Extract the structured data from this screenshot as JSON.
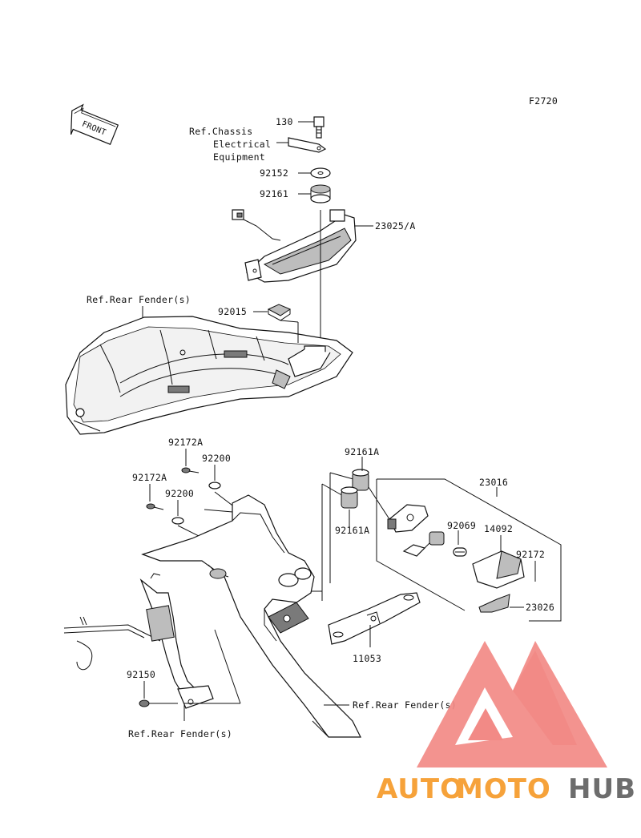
{
  "figure_code": "F2720",
  "front_label": "FRONT",
  "colors": {
    "logo_orange": "#f6a23a",
    "logo_gray": "#6d6d6d",
    "logo_red": "#f28a86"
  },
  "labels": {
    "p130": "130",
    "ref_chassis_1": "Ref.Chassis",
    "ref_chassis_2": "Electrical",
    "ref_chassis_3": "Equipment",
    "p92152": "92152",
    "p92161": "92161",
    "p23025A": "23025/A",
    "ref_rear_fender_top": "Ref.Rear Fender(s)",
    "p92015": "92015",
    "p92172A_1": "92172A",
    "p92200_1": "92200",
    "p92172A_2": "92172A",
    "p92200_2": "92200",
    "p92161A_1": "92161A",
    "p92161A_2": "92161A",
    "p23016": "23016",
    "p92069": "92069",
    "p14092": "14092",
    "p92172": "92172",
    "p23026": "23026",
    "p11053": "11053",
    "p92150": "92150",
    "ref_rear_fender_right": "Ref.Rear Fender(s)",
    "ref_rear_fender_bottom": "Ref.Rear Fender(s)"
  },
  "watermark": {
    "auto": "AUTO",
    "moto": "MOTO",
    "hub": "HUB"
  }
}
